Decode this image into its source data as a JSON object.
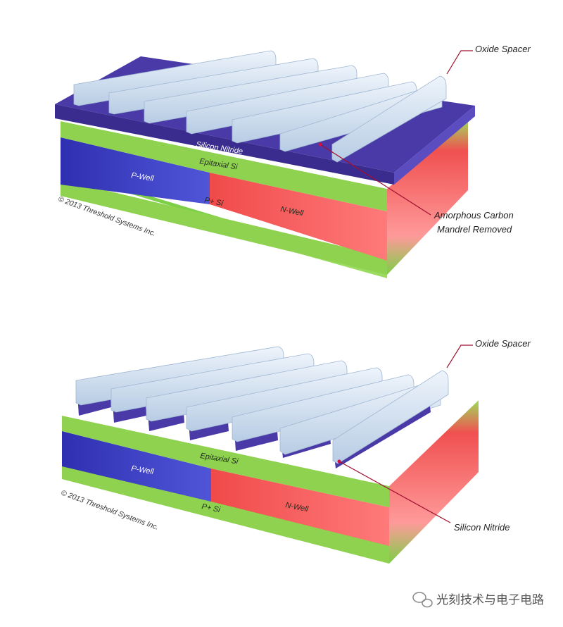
{
  "diagrams": [
    {
      "labels": {
        "oxide_spacer": "Oxide Spacer",
        "silicon_nitride": "Silicon Nitride",
        "epitaxial_si": "Epitaxial Si",
        "p_well": "P-Well",
        "n_well": "N-Well",
        "p_plus_si": "P+ Si",
        "mandrel_removed_line1": "Amorphous Carbon",
        "mandrel_removed_line2": "Mandrel Removed",
        "copyright": "© 2013 Threshold Systems Inc."
      }
    },
    {
      "labels": {
        "oxide_spacer": "Oxide Spacer",
        "silicon_nitride": "Silicon Nitride",
        "epitaxial_si": "Epitaxial Si",
        "p_well": "P-Well",
        "n_well": "N-Well",
        "p_plus_si": "P+ Si",
        "copyright": "© 2013 Threshold Systems Inc."
      }
    }
  ],
  "colors": {
    "p_well": "#3b3ec0",
    "n_well": "#f25a5a",
    "epitaxial_si": "#8fd24f",
    "silicon_nitride": "#4a3aa8",
    "oxide_spacer": "#c9daee",
    "callout_line": "#a01030"
  },
  "watermark": "光刻技术与电子电路"
}
